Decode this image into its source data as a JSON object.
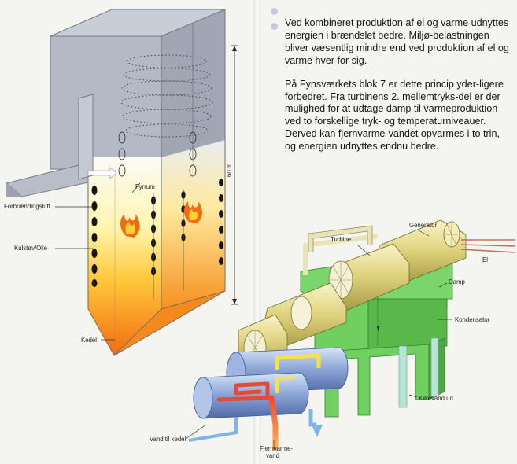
{
  "text": {
    "paragraphs": [
      "Ved kombineret produktion af el og varme udnyttes energien i brændslet bedre. Miljø-belastningen bliver væsentlig mindre end ved produktion af el og varme hver for sig.",
      "På Fynsværkets blok 7 er dette princip yder-ligere forbedret. Fra turbinens 2. mellemtryks-del er der mulighed for at udtage damp til varmeproduktion ved to forskellige tryk- og temperaturniveauer. Derved kan fjernvarme-vandet opvarmes i to trin, og energien udnyttes endnu bedre."
    ]
  },
  "labels": {
    "fyrrum": "Fyrrum",
    "height": "60 m",
    "forbraendingsluft": "Forbrændingsluft",
    "kulstov_olie": "Kulstøv/Olie",
    "kedel": "Kedel",
    "turbine": "Turbine",
    "generator": "Generator",
    "el": "El",
    "damp": "Damp",
    "kondensator": "Kondensator",
    "kolevand_ud": "Kølevand ud",
    "vand_til_kedel": "Vand til kedel",
    "fjernvarmevand_1": "Fjernvarme-",
    "fjernvarmevand_2": "vand"
  },
  "colors": {
    "page": "#f4f4f1",
    "boiler_shell": "#b4b9c6",
    "boiler_top": "#c9cdd7",
    "flame_top": "#fff8b8",
    "flame_bottom": "#f07818",
    "condenser": "#6fd060",
    "turbine": "#e2d57a",
    "steam_pipe": "#e9e4b5",
    "cold_pipe": "#7fb4e8",
    "hot_pipe": "#e24b3a",
    "bullet": "#c7c7e0"
  }
}
